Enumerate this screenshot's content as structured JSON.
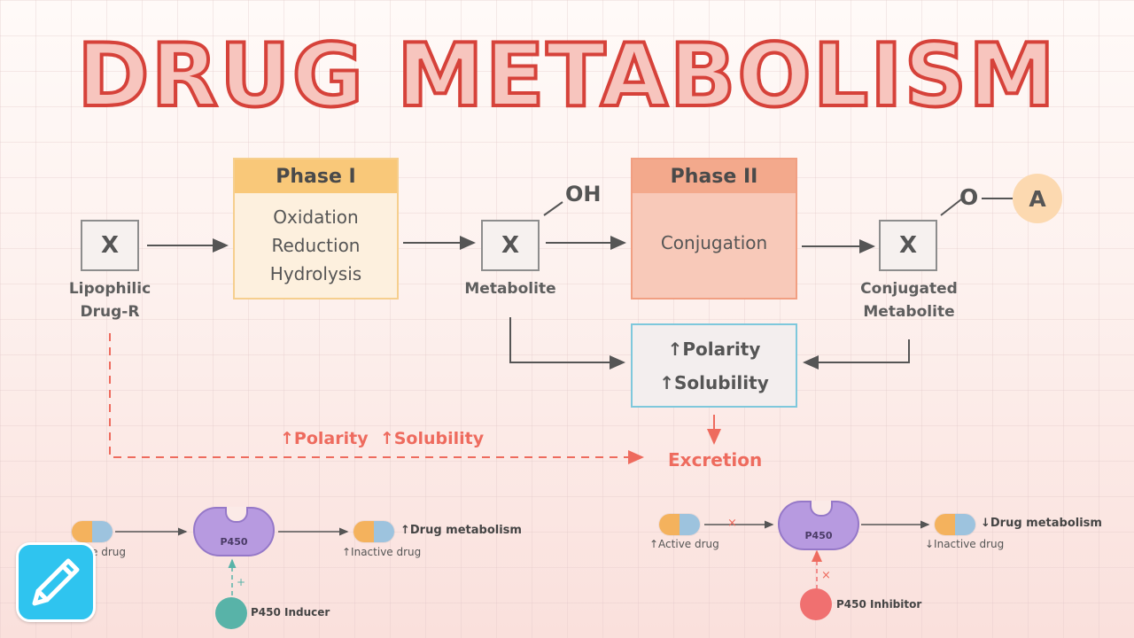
{
  "title": "DRUG METABOLISM",
  "main": {
    "phase1": {
      "header": "Phase I",
      "items": [
        "Oxidation",
        "Reduction",
        "Hydrolysis"
      ]
    },
    "phase2": {
      "header": "Phase II",
      "item": "Conjugation"
    },
    "x_symbol": "X",
    "drug_label": [
      "Lipophilic",
      "Drug-R"
    ],
    "metabolite_label": "Metabolite",
    "conjugated_label": [
      "Conjugated",
      "Metabolite"
    ],
    "oh_group": "OH",
    "o_group": "O",
    "a_group": "A",
    "result_box": [
      "↑Polarity",
      "↑Solubility"
    ],
    "pathway_text": "↑Polarity  ↑Solubility",
    "excretion": "Excretion"
  },
  "inducer": {
    "active_label": "↑Active drug",
    "active_label_visible": "e drug",
    "enzyme": "P450",
    "effect": "↑Drug metabolism",
    "inactive_label": "↑Inactive drug",
    "agent": "P450 Inducer",
    "sign": "+"
  },
  "inhibitor": {
    "active_label": "↑Active drug",
    "enzyme": "P450",
    "effect": "↓Drug metabolism",
    "inactive_label": "↓Inactive drug",
    "agent": "P450 Inhibitor",
    "sign": "×"
  },
  "colors": {
    "title_fill": "#f7c5be",
    "title_stroke": "#d6423a",
    "phase1_header": "#f9c879",
    "phase2_header": "#f3a98c",
    "result_border": "#7ec8dc",
    "excretion": "#ee6b5e",
    "enzyme": "#b79ae0",
    "inducer": "#58b3a8",
    "inhibitor": "#f07070",
    "logo": "#2fc4ef"
  },
  "icons": [
    "pencil-icon",
    "capsule-icon",
    "enzyme-icon"
  ]
}
